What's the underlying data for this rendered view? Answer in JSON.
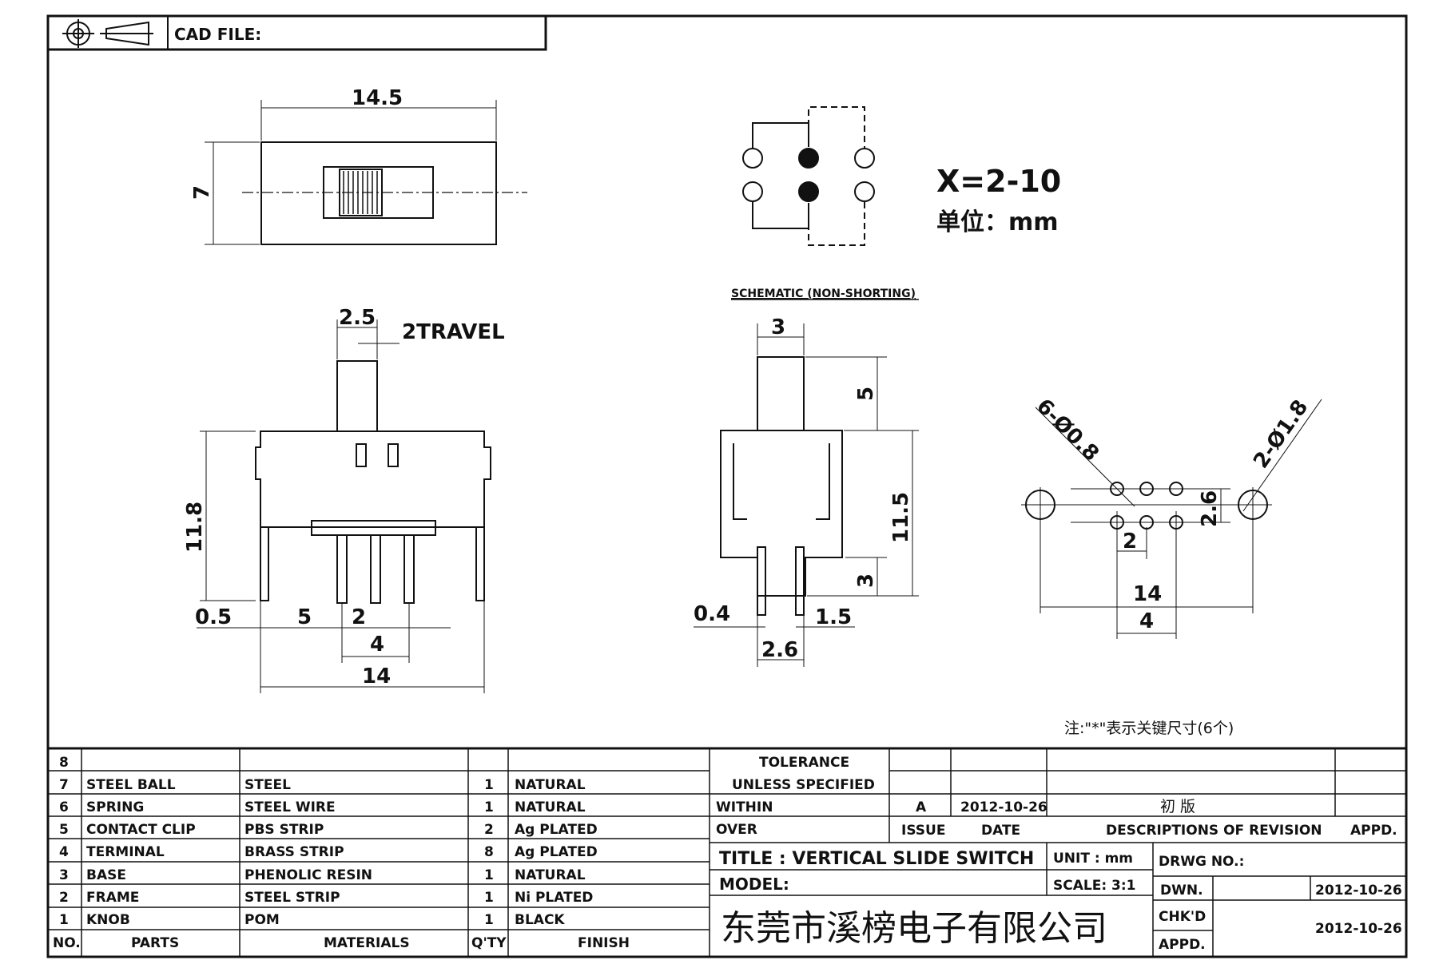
{
  "header": {
    "cad_file_label": "CAD FILE:"
  },
  "top_view": {
    "width": "14.5",
    "height": "7"
  },
  "schematic": {
    "x_label": "X=2-10",
    "unit_label": "单位：mm",
    "caption": "SCHEMATIC (NON-SHORTING)"
  },
  "front_view": {
    "actuator_width": "2.5",
    "travel": "2TRAVEL",
    "height": "11.8",
    "dims": [
      "0.5",
      "5",
      "2",
      "4",
      "14"
    ]
  },
  "side_view": {
    "top": "3",
    "actuator_height": "5",
    "height": "11.5",
    "pin": "3",
    "d04": "0.4",
    "d15": "1.5",
    "d26": "2.6"
  },
  "pcb_view": {
    "holes_small": "6-Ø0.8",
    "holes_big": "2-Ø1.8",
    "d26": "2.6",
    "d2": "2",
    "d14": "14",
    "d4": "4"
  },
  "note": "注:\"*\"表示关键尺寸(6个)",
  "bom": {
    "rows": [
      {
        "no": "8",
        "part": "",
        "material": "",
        "qty": "",
        "finish": ""
      },
      {
        "no": "7",
        "part": "STEEL BALL",
        "material": "STEEL",
        "qty": "1",
        "finish": "NATURAL"
      },
      {
        "no": "6",
        "part": "SPRING",
        "material": "STEEL WIRE",
        "qty": "1",
        "finish": "NATURAL"
      },
      {
        "no": "5",
        "part": "CONTACT CLIP",
        "material": "PBS STRIP",
        "qty": "2",
        "finish": "Ag PLATED"
      },
      {
        "no": "4",
        "part": "TERMINAL",
        "material": "BRASS STRIP",
        "qty": "8",
        "finish": "Ag PLATED"
      },
      {
        "no": "3",
        "part": "BASE",
        "material": "PHENOLIC RESIN",
        "qty": "1",
        "finish": "NATURAL"
      },
      {
        "no": "2",
        "part": "FRAME",
        "material": "STEEL STRIP",
        "qty": "1",
        "finish": "Ni PLATED"
      },
      {
        "no": "1",
        "part": "KNOB",
        "material": "POM",
        "qty": "1",
        "finish": "BLACK"
      }
    ],
    "headers": {
      "no": "NO.",
      "part": "PARTS",
      "material": "MATERIALS",
      "qty": "Q'TY",
      "finish": "FINISH"
    }
  },
  "tolerance": {
    "title": "TOLERANCE",
    "sub": "UNLESS   SPECIFIED",
    "within": "WITHIN",
    "over": "OVER"
  },
  "revision": {
    "issue_val": "A",
    "date_val": "2012-10-26",
    "desc_val": "初  版",
    "issue": "ISSUE",
    "date": "DATE",
    "desc": "DESCRIPTIONS OF REVISION",
    "appd": "APPD."
  },
  "title_block": {
    "title": "TITLE :  VERTICAL SLIDE SWITCH",
    "unit": "UNIT :  mm",
    "drwg": "DRWG NO.:",
    "model": "MODEL:",
    "scale": "SCALE:  3:1",
    "dwn": "DWN.",
    "dwn_date": "2012-10-26",
    "chkd": "CHK'D",
    "chkd_date": "2012-10-26",
    "appd": "APPD.",
    "company": "东莞市溪榜电子有限公司"
  }
}
